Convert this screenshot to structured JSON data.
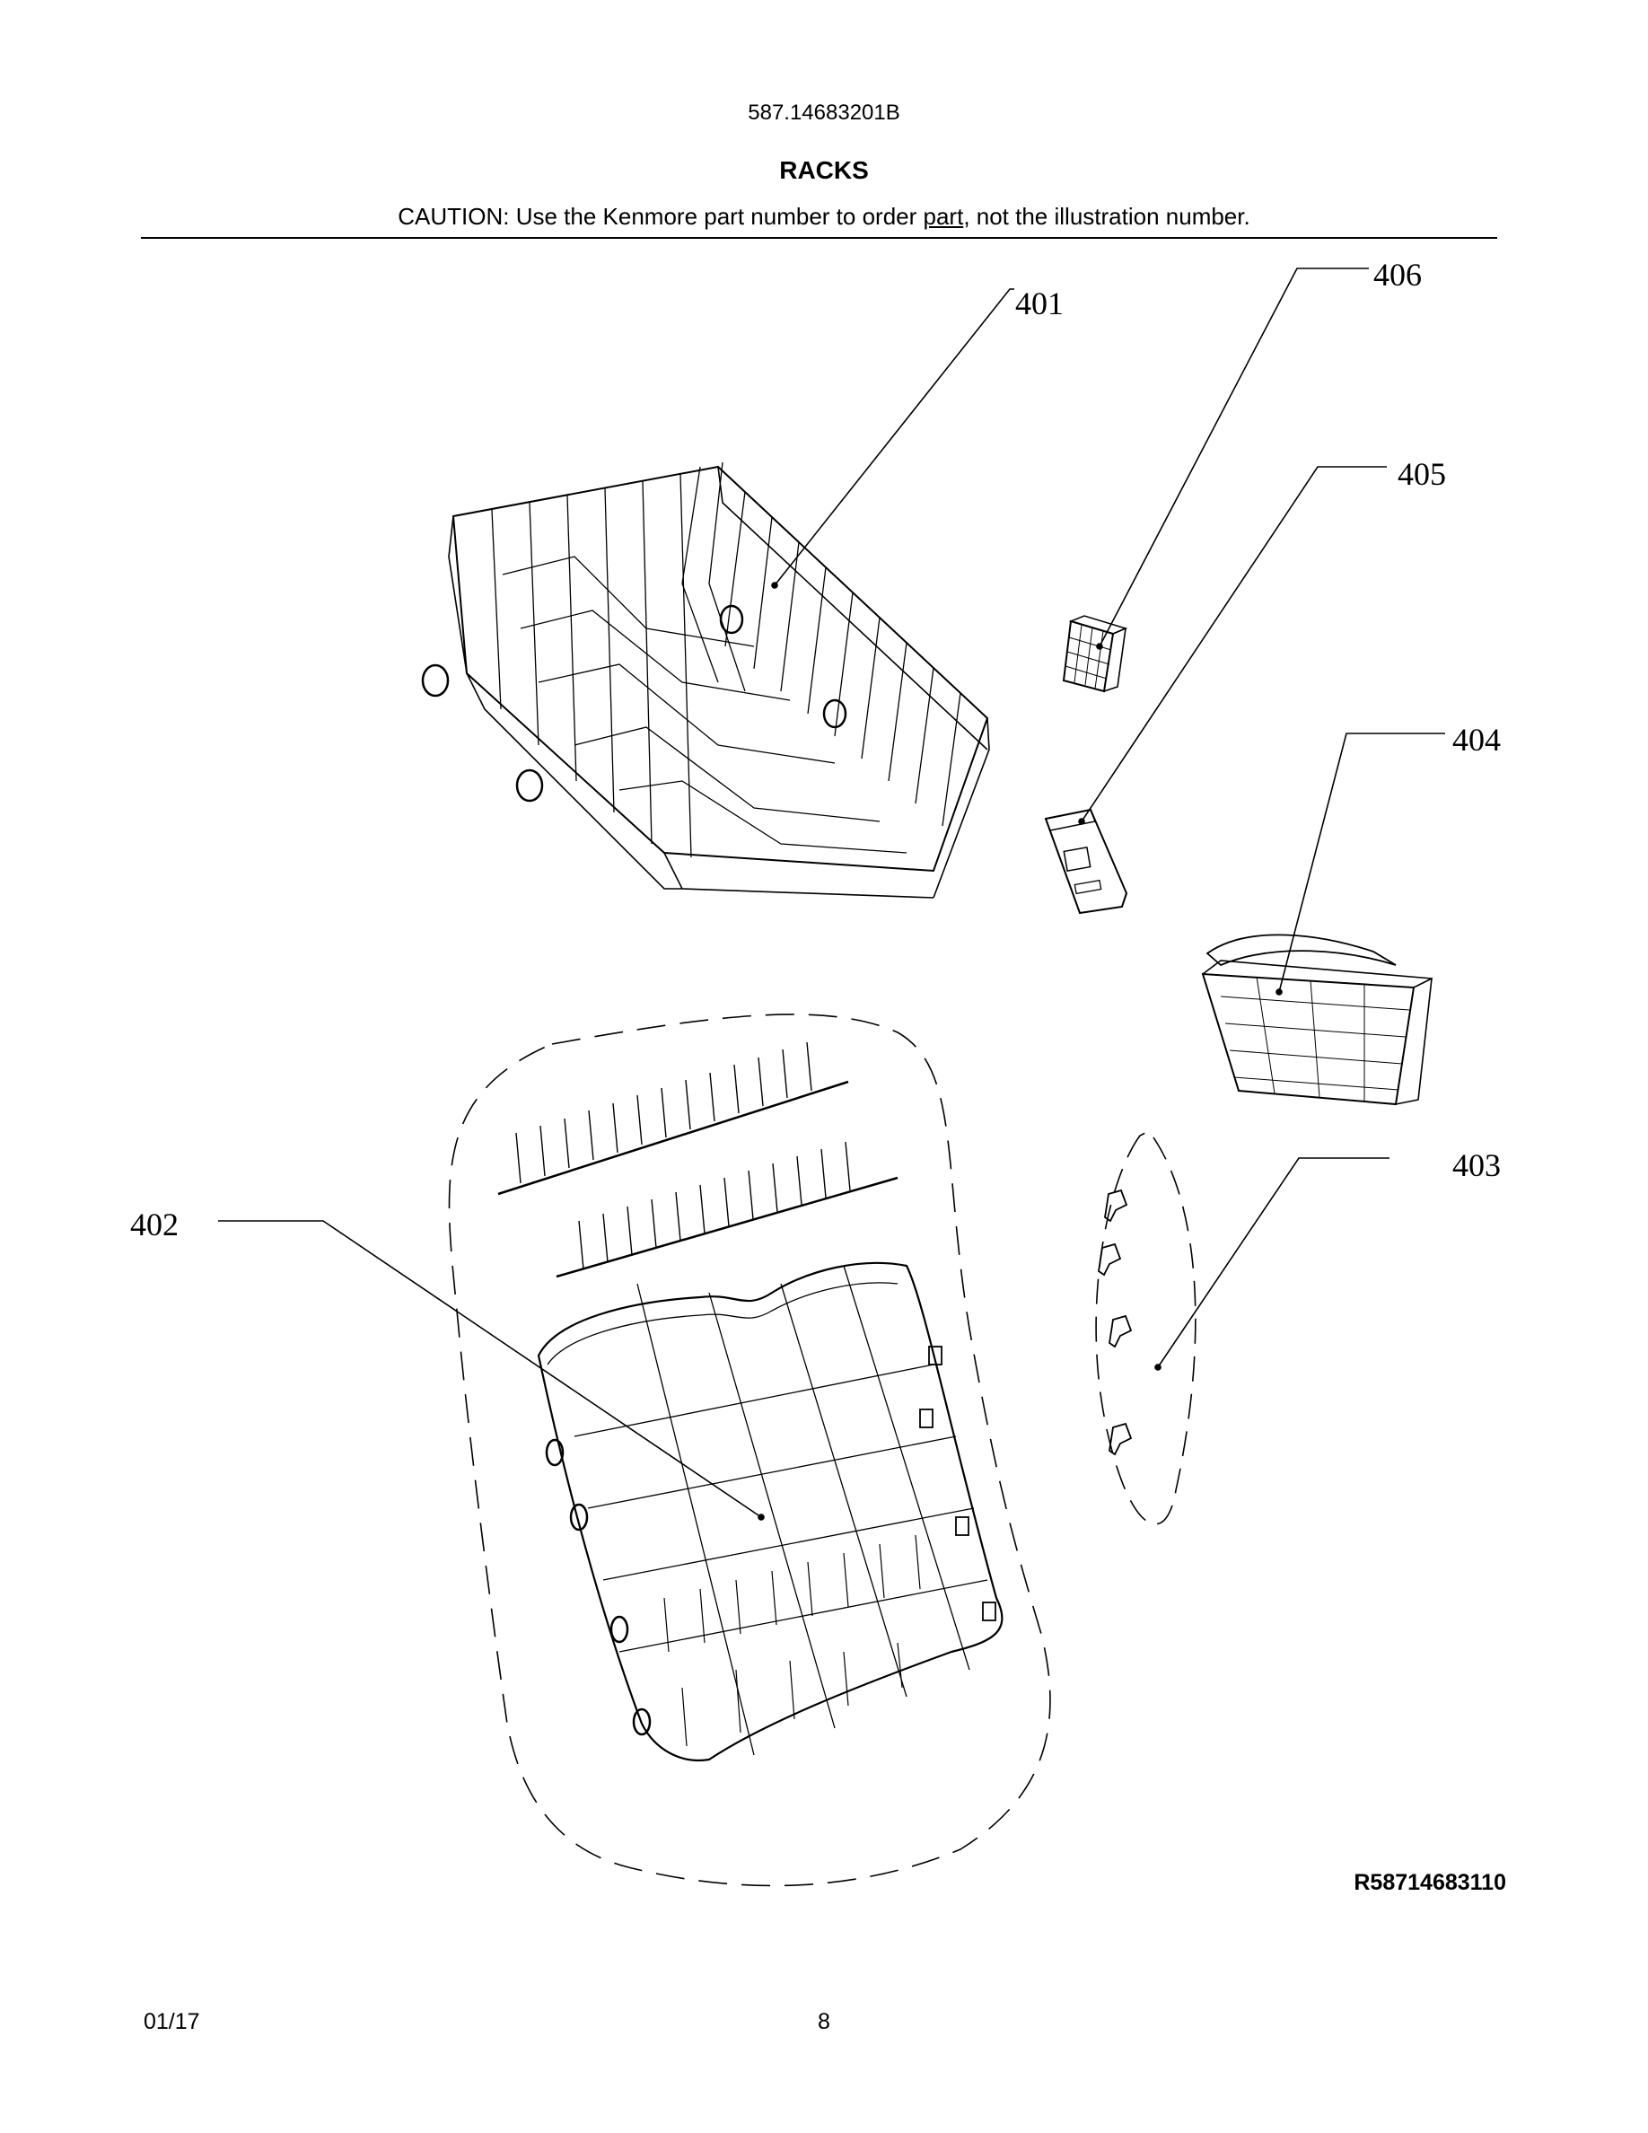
{
  "header": {
    "model_number": "587.14683201B",
    "section_title": "RACKS",
    "caution_prefix": "CAUTION: Use the Kenmore part number to order ",
    "caution_link": "part",
    "caution_suffix": ", not the illustration number."
  },
  "callouts": {
    "c401": "401",
    "c402": "402",
    "c403": "403",
    "c404": "404",
    "c405": "405",
    "c406": "406"
  },
  "footer": {
    "reference_code": "R58714683110",
    "date": "01/17",
    "page_number": "8"
  }
}
